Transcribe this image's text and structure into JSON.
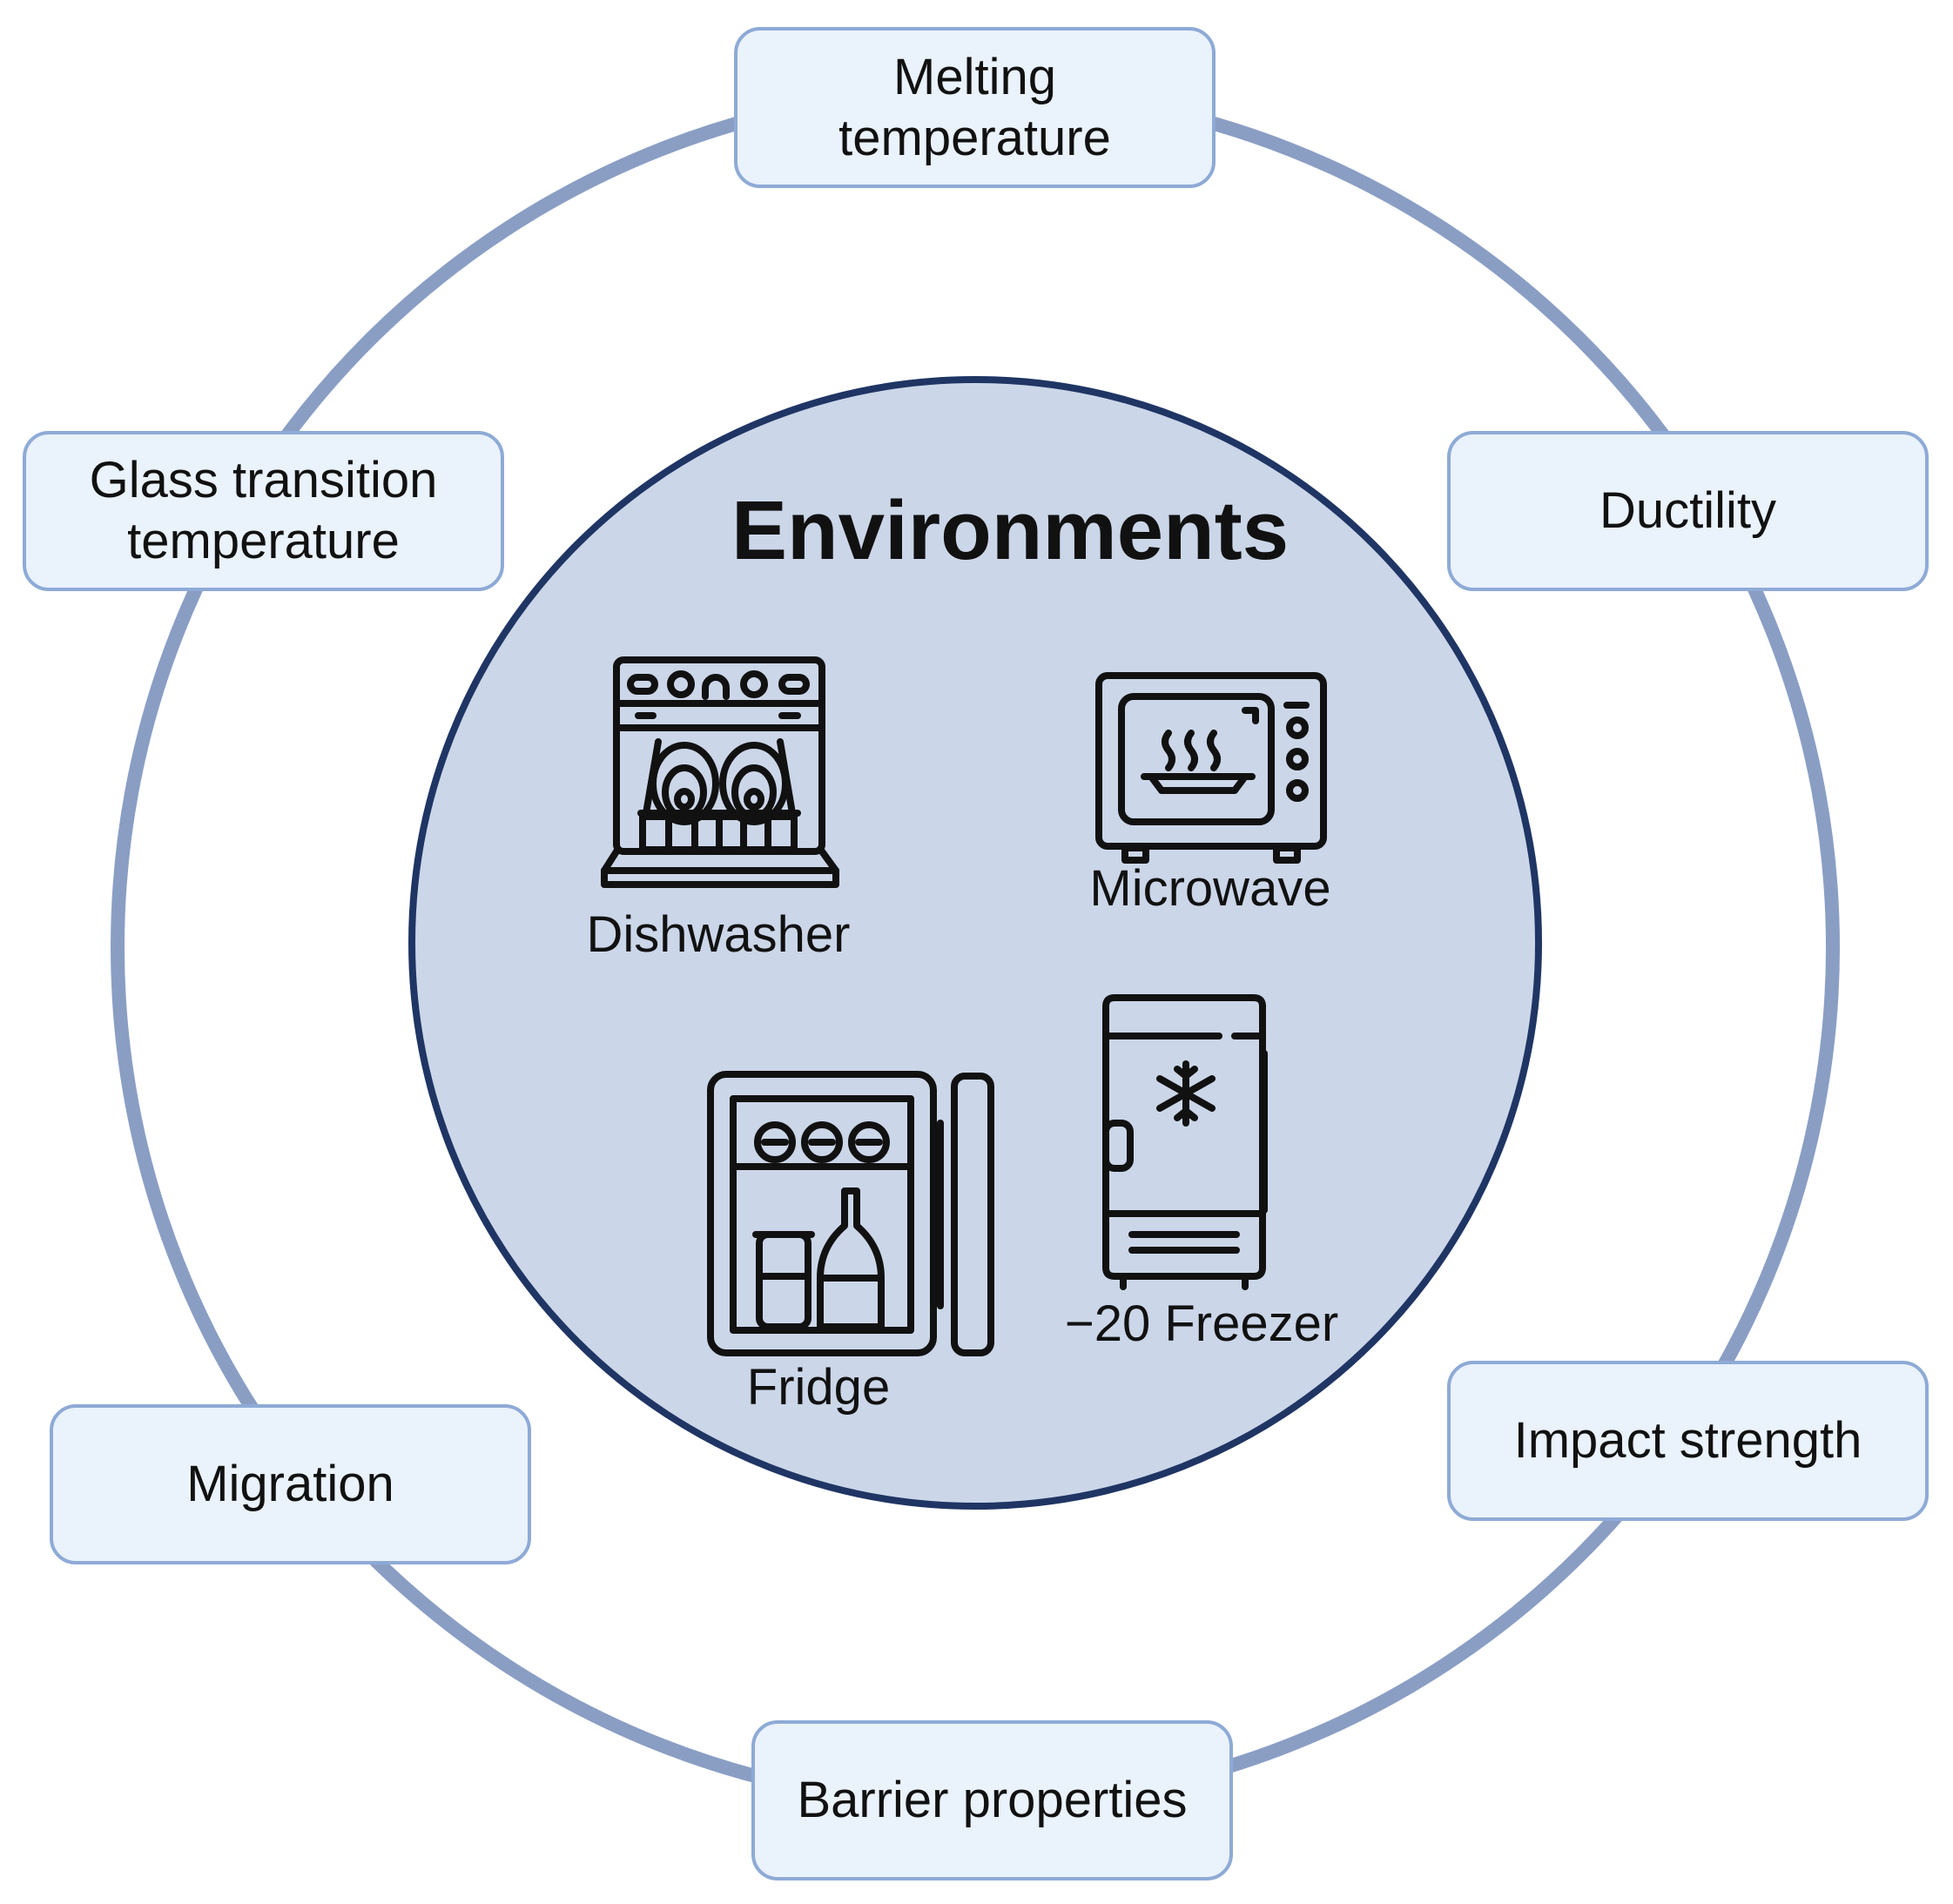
{
  "center": {
    "title": "Environments",
    "environments": [
      {
        "key": "dishwasher",
        "label": "Dishwasher",
        "icon": "dishwasher-icon"
      },
      {
        "key": "microwave",
        "label": "Microwave",
        "icon": "microwave-icon"
      },
      {
        "key": "fridge",
        "label": "Fridge",
        "icon": "fridge-icon"
      },
      {
        "key": "freezer",
        "label": "−20 Freezer",
        "icon": "freezer-icon"
      }
    ]
  },
  "properties": [
    {
      "key": "melting",
      "label": "Melting\ntemperature"
    },
    {
      "key": "ductility",
      "label": "Ductility"
    },
    {
      "key": "impact",
      "label": "Impact strength"
    },
    {
      "key": "barrier",
      "label": "Barrier properties"
    },
    {
      "key": "migration",
      "label": "Migration"
    },
    {
      "key": "glass",
      "label": "Glass transition\ntemperature"
    }
  ],
  "colors": {
    "ring": "#8a9ec4",
    "center_fill": "#cbd6e8",
    "center_stroke": "#1f3564",
    "box_fill": "#eaf2fc",
    "box_stroke": "#8eaad6",
    "icon": "#111111"
  }
}
